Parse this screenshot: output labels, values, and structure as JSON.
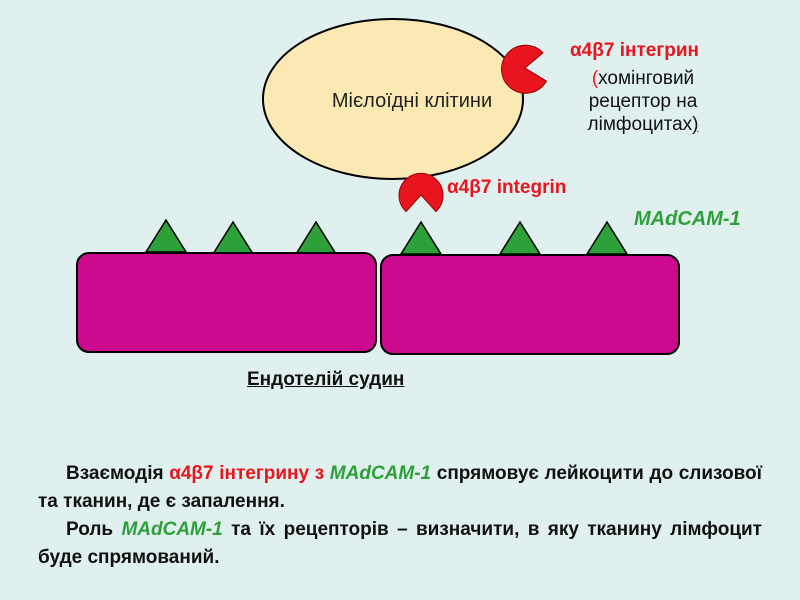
{
  "diagram": {
    "cell_label": "Мієлоїдні клітини",
    "receptor_top": {
      "title": "α4β7 інтегрин",
      "paren_open": "(",
      "note_part1": "хомінговий",
      "note_part2": "рецептор на",
      "note_part3": "лімфоцитах",
      "paren_close": ")"
    },
    "receptor_mid_label": "α4β7 integrin",
    "madcam_label": "MAdCAM-1",
    "endothelium_label": "Ендотелій судин",
    "colors": {
      "background": "#dff0ee",
      "cell_fill": "#fbe9b4",
      "endothelium_fill": "#cc0a8e",
      "receptor_red": "#e8141e",
      "madcam_green": "#2ea03a"
    }
  },
  "text": {
    "p1": {
      "a": "Взаємодія ",
      "b": "α4β7 інтегрину з ",
      "c": "MAdCAM-1",
      "d": " спрямовує лейкоцити до слизової та тканин, де є запалення."
    },
    "p2": {
      "a": "Роль ",
      "b": "MAdCAM-1",
      "c": " та їх рецепторів – визначити, в яку тканину лімфоцит буде спрямований."
    }
  }
}
